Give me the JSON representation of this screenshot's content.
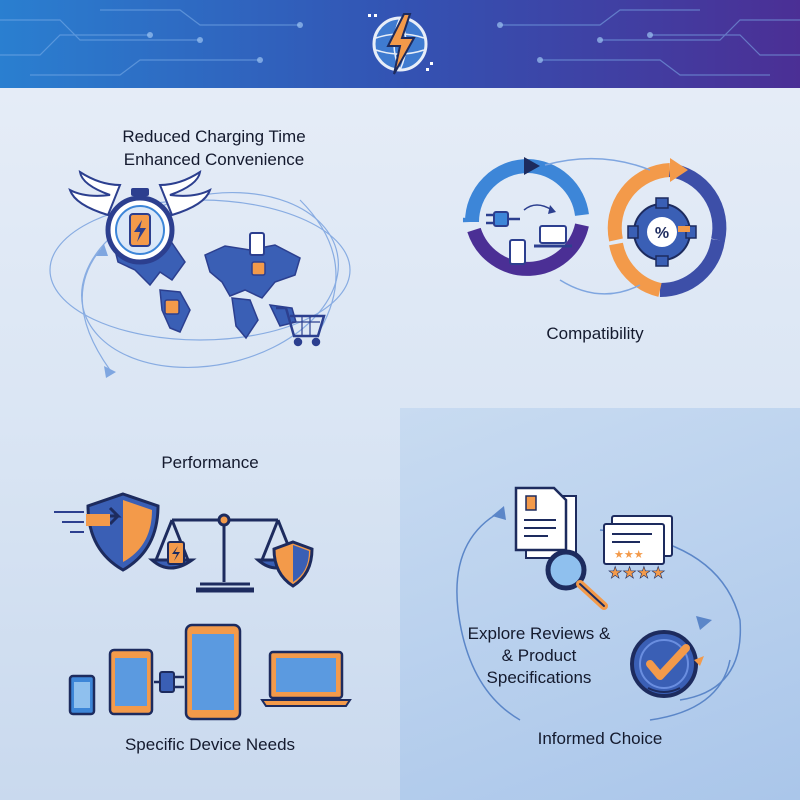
{
  "sections": {
    "charging": {
      "line1": "Reduced Charging Time",
      "line2": "Enhanced Convenience"
    },
    "compatibility": {
      "label": "Compatibility"
    },
    "performance": {
      "label": "Performance"
    },
    "device_needs": {
      "label": "Specific Device Needs"
    },
    "research": {
      "line1": "Explore Reviews &",
      "line2": "& Product",
      "line3": "Specifications"
    },
    "choice": {
      "label": "Informed Choice"
    }
  },
  "icons": {
    "header": "globe-lightning-icon",
    "charging": [
      "winged-stopwatch-icon",
      "world-map-icon",
      "shopping-cart-icon"
    ],
    "compatibility": [
      "charger-plug-icon",
      "laptop-icon",
      "phone-icon",
      "percent-gear-icon"
    ],
    "performance": [
      "shield-icon",
      "balance-scale-icon"
    ],
    "devices": [
      "phone-icon",
      "tablet-icon",
      "charger-plug-icon",
      "laptop-icon"
    ],
    "research": [
      "document-icon",
      "magnifier-icon",
      "review-stars-icon",
      "checkmark-badge-icon"
    ]
  },
  "colors": {
    "navy": "#2c3f8f",
    "blue": "#3d86d8",
    "orange": "#f39a4a",
    "purple": "#4b2f95"
  }
}
